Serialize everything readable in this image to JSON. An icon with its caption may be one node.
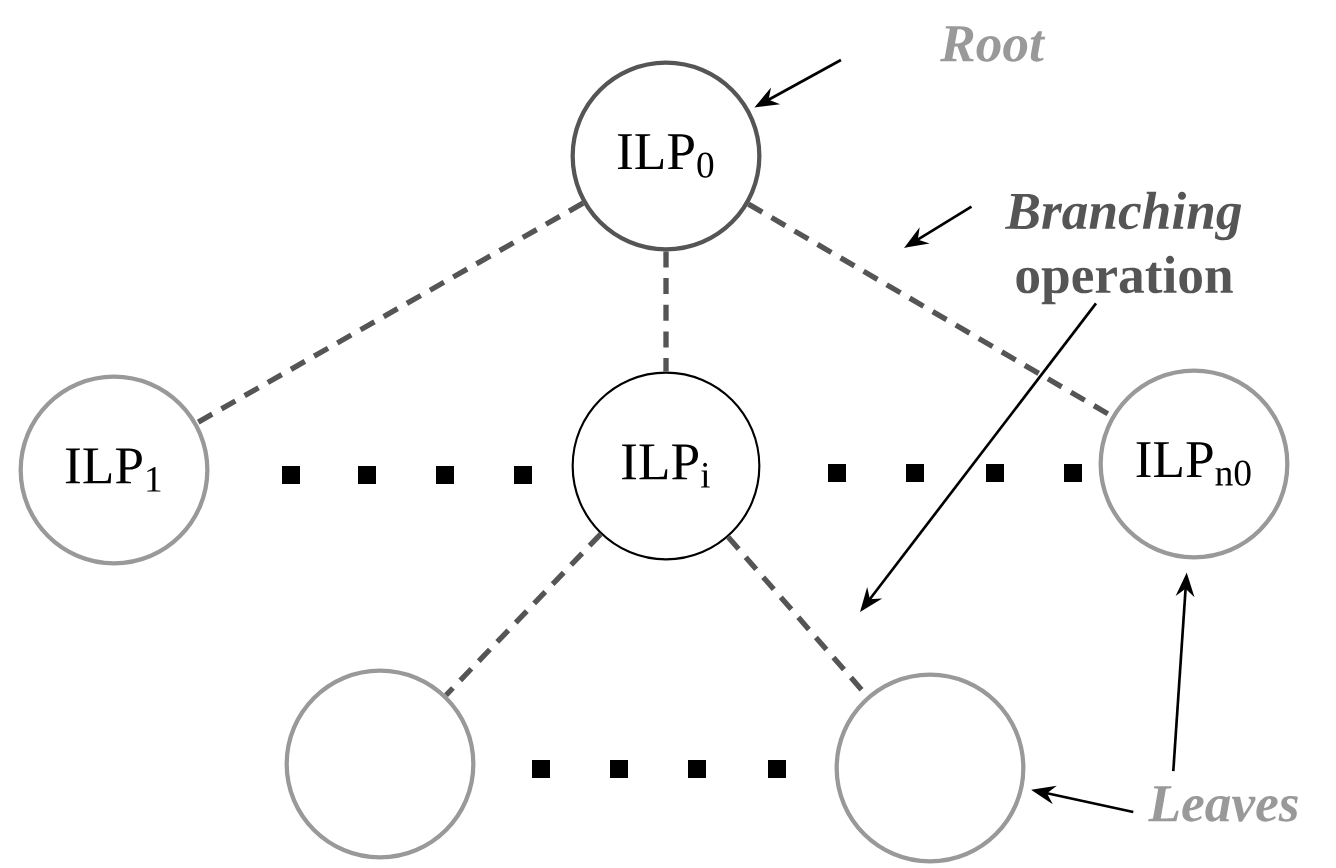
{
  "diagram": {
    "nodes": [
      {
        "text": [
          "ILP$_{0}$"
        ]
      },
      {
        "text": [
          "ILP$_{1}$"
        ]
      },
      {
        "text": [
          "ILP$_{i}$"
        ]
      },
      {
        "text": [
          "ILP$_{n0}$"
        ]
      },
      {
        "text": [],
        "shape": "circle"
      },
      {
        "text": [],
        "shape": "circle"
      },
      {
        "text": [
          "Root"
        ]
      },
      {
        "text": [
          "*Branching* operation"
        ]
      },
      {
        "text": [
          "Leaves"
        ]
      }
    ],
    "edges": [
      {
        "from": 0,
        "to": 1,
        "arrow": "none",
        "style": "dashed",
        "color": "#555555"
      },
      {
        "from": 0,
        "to": 2,
        "arrow": "none",
        "style": "dashed",
        "color": "#555555"
      },
      {
        "from": 0,
        "to": 3,
        "arrow": "none",
        "style": "dashed",
        "color": "#555555"
      },
      {
        "from": 2,
        "to": 4,
        "arrow": "none",
        "style": "dashed",
        "color": "#555555"
      },
      {
        "from": 2,
        "to": 5,
        "arrow": "none",
        "style": "dashed",
        "color": "#555555"
      },
      {
        "from": 6,
        "to": 0,
        "arrow": "to"
      },
      {
        "from": 7,
        "to": null,
        "arrow": "to"
      },
      {
        "from": 7,
        "to": null,
        "arrow": "to"
      },
      {
        "from": 8,
        "to": 3,
        "arrow": "to"
      },
      {
        "from": 8,
        "to": 5,
        "arrow": "to"
      }
    ]
  }
}
